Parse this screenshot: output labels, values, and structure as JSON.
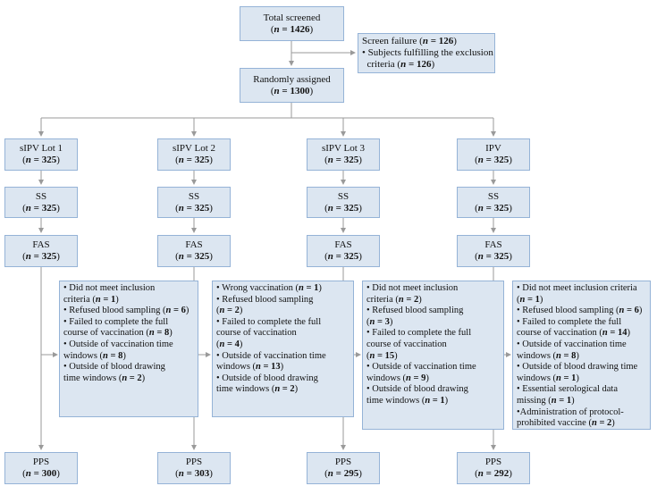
{
  "total": {
    "label": "Total screened",
    "n": "1426"
  },
  "screen_failure": {
    "title": "Screen failure",
    "title_n": "126",
    "reason_a": "• Subjects fulfilling the exclusion",
    "reason_b": "criteria",
    "reason_n": "126"
  },
  "random": {
    "label": "Randomly assigned",
    "n": "1300"
  },
  "arms": [
    {
      "label": "sIPV Lot 1",
      "n": "325",
      "ss": "SS",
      "ss_n": "325",
      "fas": "FAS",
      "fas_n": "325",
      "pps": "PPS",
      "pps_n": "300",
      "excl": [
        {
          "t": "• Did not meet inclusion",
          "n": ""
        },
        {
          "t": "criteria (",
          "n": "1"
        },
        {
          "t": "• Refused blood sampling",
          "n": "6"
        },
        {
          "t": "• Failed to complete the full",
          "n": ""
        },
        {
          "t": "course of vaccination",
          "n": "8"
        },
        {
          "t": "• Outside of vaccination time",
          "n": ""
        },
        {
          "t": "windows (",
          "n": "8"
        },
        {
          "t": "• Outside of blood drawing",
          "n": ""
        },
        {
          "t": "time windows (",
          "n": "2"
        }
      ]
    },
    {
      "label": "sIPV Lot 2",
      "n": "325",
      "ss": "SS",
      "ss_n": "325",
      "fas": "FAS",
      "fas_n": "325",
      "pps": "PPS",
      "pps_n": "303",
      "excl": [
        {
          "t": "• Wrong vaccination (",
          "n": "1"
        },
        {
          "t": "• Refused blood sampling",
          "n": ""
        },
        {
          "t": "(",
          "n": "2"
        },
        {
          "t": "• Failed to complete the full",
          "n": ""
        },
        {
          "t": "course of vaccination",
          "n": ""
        },
        {
          "t": "(",
          "n": "4"
        },
        {
          "t": "• Outside of vaccination time",
          "n": ""
        },
        {
          "t": "windows (",
          "n": "13"
        },
        {
          "t": "• Outside of blood drawing",
          "n": ""
        },
        {
          "t": "time windows (",
          "n": "2"
        }
      ]
    },
    {
      "label": "sIPV Lot 3",
      "n": "325",
      "ss": "SS",
      "ss_n": "325",
      "fas": "FAS",
      "fas_n": "325",
      "pps": "PPS",
      "pps_n": "295",
      "excl": [
        {
          "t": "• Did not meet inclusion",
          "n": ""
        },
        {
          "t": "criteria (",
          "n": "2"
        },
        {
          "t": "• Refused blood sampling",
          "n": ""
        },
        {
          "t": "(",
          "n": "3"
        },
        {
          "t": "• Failed to complete the full",
          "n": ""
        },
        {
          "t": "course of vaccination",
          "n": ""
        },
        {
          "t": "(",
          "n": "15"
        },
        {
          "t": "• Outside of vaccination time",
          "n": ""
        },
        {
          "t": "windows (",
          "n": "9"
        },
        {
          "t": "• Outside of blood drawing",
          "n": ""
        },
        {
          "t": "time windows (",
          "n": "1"
        }
      ]
    },
    {
      "label": "IPV",
      "n": "325",
      "ss": "SS",
      "ss_n": "325",
      "fas": "FAS",
      "fas_n": "325",
      "pps": "PPS",
      "pps_n": "292",
      "excl": [
        {
          "t": "• Did not meet inclusion criteria",
          "n": ""
        },
        {
          "t": "(",
          "n": "1"
        },
        {
          "t": "• Refused blood sampling  (",
          "n": "6"
        },
        {
          "t": "• Failed to complete the full",
          "n": ""
        },
        {
          "t": "course of vaccination (",
          "n": "14"
        },
        {
          "t": "• Outside of vaccination time",
          "n": ""
        },
        {
          "t": "windows (",
          "n": "8"
        },
        {
          "t": "• Outside of blood drawing time",
          "n": ""
        },
        {
          "t": "windows (",
          "n": "1"
        },
        {
          "t": "• Essential serological data",
          "n": ""
        },
        {
          "t": "missing (",
          "n": "1"
        },
        {
          "t": "•Administration of  protocol-",
          "n": ""
        },
        {
          "t": "prohibited vaccine (",
          "n": "2"
        }
      ]
    }
  ]
}
